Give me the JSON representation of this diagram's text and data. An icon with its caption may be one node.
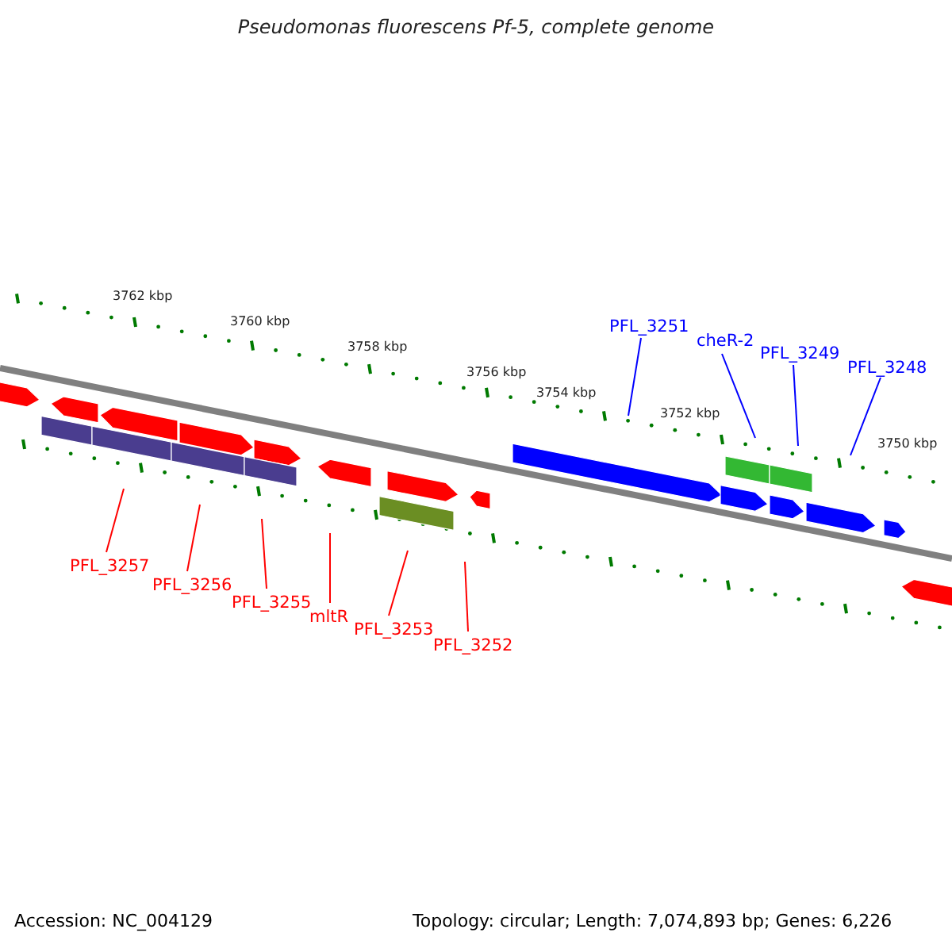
{
  "diagram": {
    "title": "Pseudomonas fluorescens Pf-5, complete genome",
    "nodes": [
      {
        "text": [
          "PFL_3251"
        ]
      },
      {
        "text": [
          "cheR-2"
        ]
      },
      {
        "text": [
          "PFL_3249"
        ]
      },
      {
        "text": [
          "PFL_3248"
        ]
      },
      {
        "text": [
          "PFL_3257"
        ]
      },
      {
        "text": [
          "PFL_3256"
        ]
      },
      {
        "text": [
          "PFL_3255"
        ]
      },
      {
        "text": [
          "mltR"
        ]
      },
      {
        "text": [
          "PFL_3253"
        ]
      },
      {
        "text": [
          "PFL_3252"
        ]
      }
    ],
    "edges": [
      {
        "from": 0,
        "to": null,
        "arrow": "none",
        "color": "#0000ff"
      },
      {
        "from": 1,
        "to": null,
        "arrow": "none",
        "color": "#0000ff"
      },
      {
        "from": 2,
        "to": null,
        "arrow": "none",
        "color": "#0000ff"
      },
      {
        "from": 3,
        "to": null,
        "arrow": "none",
        "color": "#0000ff"
      },
      {
        "from": 4,
        "to": null,
        "arrow": "none"
      },
      {
        "from": 5,
        "to": null,
        "arrow": "none"
      },
      {
        "from": 6,
        "to": null,
        "arrow": "none"
      },
      {
        "from": 7,
        "to": null,
        "arrow": "none"
      },
      {
        "from": 8,
        "to": null,
        "arrow": "none"
      },
      {
        "from": 9,
        "to": null,
        "arrow": "none"
      }
    ],
    "labels": [
      "3762 kbp",
      "3760 kbp",
      "3758 kbp",
      "3756 kbp",
      "3754 kbp",
      "3752 kbp",
      "3750 kbp",
      "Accession: NC_004129",
      "Topology: circular; Length: 7,074,893 bp; Genes: 6,226"
    ]
  }
}
